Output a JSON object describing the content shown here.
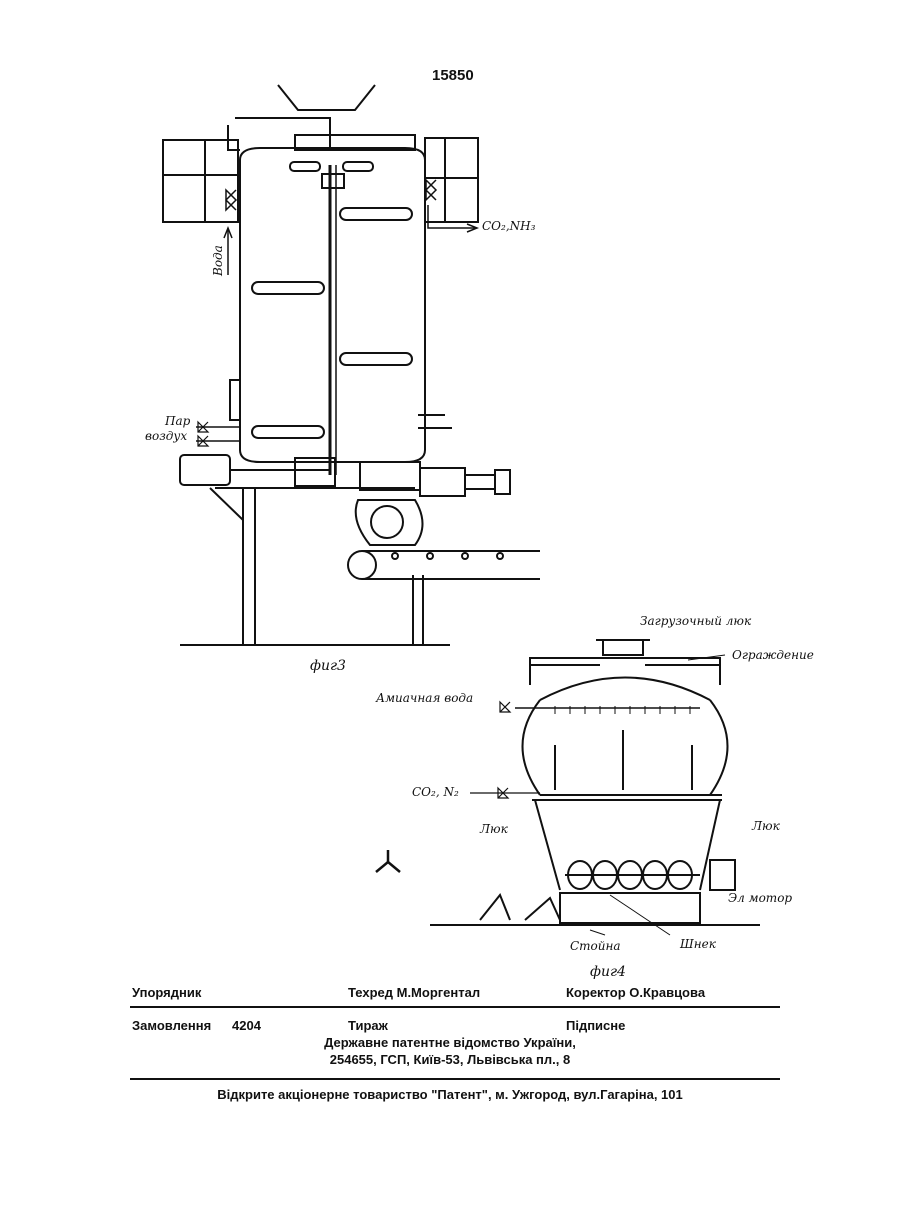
{
  "page_number": "15850",
  "fig3": {
    "caption": "фиг3",
    "label_water": "Вода",
    "label_co2_nh3": "CO₂,NH₃",
    "label_steam": "Пар",
    "label_air": "воздух"
  },
  "fig4": {
    "caption": "фиг4",
    "label_loading_hatch": "Загрузочный люк",
    "label_fence": "Ограждение",
    "label_ammonia_water": "Амиачная вода",
    "label_co2_n2": "CO₂, N₂",
    "label_hatch_left": "Люк",
    "label_hatch_right": "Люк",
    "label_motor": "Эл мотор",
    "label_stand": "Стойна",
    "label_screw": "Шнек"
  },
  "footer": {
    "compiler_label": "Упорядник",
    "techred_label": "Техред М.Моргентал",
    "corrector_label": "Коректор О.Кравцова",
    "order_label": "Замовлення",
    "order_number": "4204",
    "print_run_label": "Тираж",
    "subscription_label": "Підписне",
    "agency_line1": "Державне патентне відомство України,",
    "agency_line2": "254655, ГСП, Київ-53, Львівська пл., 8",
    "publisher_line": "Відкрите акціонерне товариство \"Патент\", м. Ужгород, вул.Гагаріна, 101"
  }
}
